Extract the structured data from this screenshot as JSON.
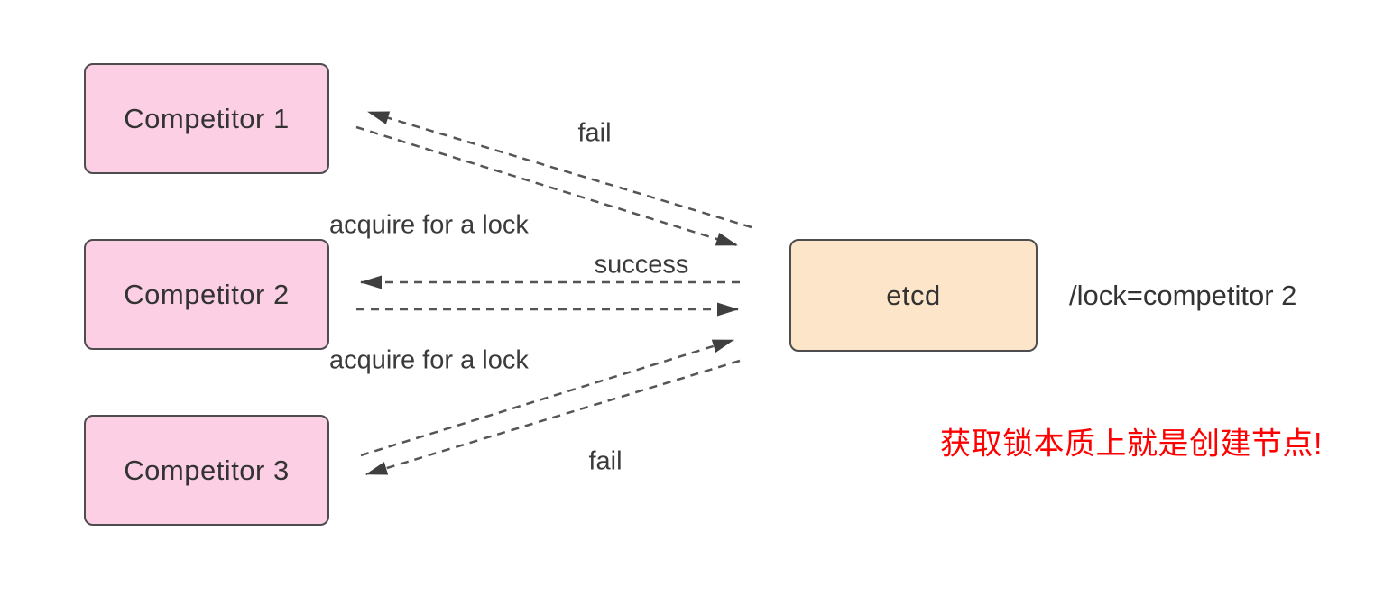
{
  "diagram": {
    "nodes": {
      "competitor1": {
        "label": "Competitor 1"
      },
      "competitor2": {
        "label": "Competitor 2"
      },
      "competitor3": {
        "label": "Competitor 3"
      },
      "etcd": {
        "label": "etcd"
      }
    },
    "edge_labels": {
      "fail_top": "fail",
      "acquire_lock_1": "acquire for a lock",
      "success": "success",
      "acquire_lock_2": "acquire for a lock",
      "fail_bottom": "fail"
    },
    "annotations": {
      "lock_value": "/lock=competitor 2",
      "note_cn": "获取锁本质上就是创建节点!"
    },
    "edges": [
      {
        "from": "competitor1",
        "to": "etcd",
        "request_label": "acquire for a lock",
        "response_label": "fail",
        "style": "dashed"
      },
      {
        "from": "competitor2",
        "to": "etcd",
        "request_label": "acquire for a lock",
        "response_label": "success",
        "style": "dashed"
      },
      {
        "from": "competitor3",
        "to": "etcd",
        "request_label": "acquire for a lock",
        "response_label": "fail",
        "style": "dashed"
      }
    ],
    "colors": {
      "competitor_fill": "#fccfe4",
      "etcd_fill": "#fde5c9",
      "node_border": "#4d4d4d",
      "arrow_line": "#555555",
      "arrow_head": "#3f3f3f",
      "label_text": "#3b3b3b",
      "note_red": "#ff0000",
      "background": "#ffffff"
    }
  }
}
